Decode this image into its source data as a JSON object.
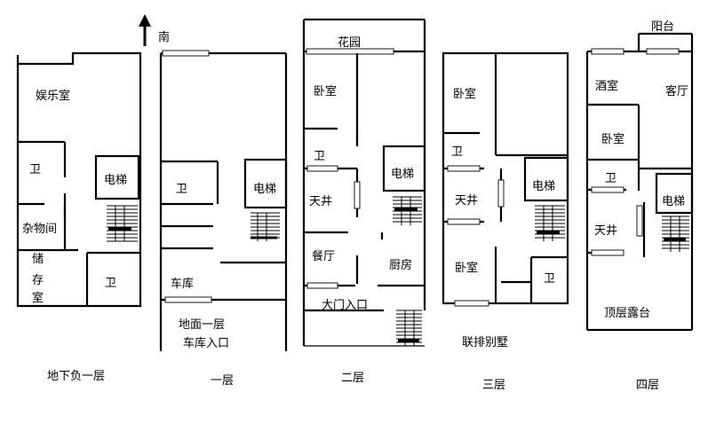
{
  "compass": {
    "label": "南"
  },
  "floors": {
    "basement": {
      "caption": "地下负一层",
      "rooms": {
        "entertainment": "娱乐室",
        "bath": "卫",
        "elevator": "电梯",
        "storage": "杂物间",
        "store_1": "储",
        "store_2": "存",
        "store_3": "室",
        "bath2": "卫"
      }
    },
    "first": {
      "caption": "一层",
      "rooms": {
        "bath": "卫",
        "elevator": "电梯",
        "garage": "车库"
      },
      "notes": {
        "ground_floor": "地面一层",
        "garage_entry": "车库入口"
      }
    },
    "second": {
      "caption": "二层",
      "rooms": {
        "garden": "花园",
        "bedroom": "卧室",
        "bath": "卫",
        "courtyard": "天井",
        "elevator": "电梯",
        "dining": "餐厅",
        "kitchen": "厨房"
      },
      "notes": {
        "main_entry": "大门入口"
      }
    },
    "third": {
      "caption": "三层",
      "rooms": {
        "bedroom": "卧室",
        "bath": "卫",
        "courtyard": "天井",
        "elevator": "电梯",
        "bedroom2": "卧室",
        "bath2": "卫"
      },
      "notes": {
        "type": "联排别墅"
      }
    },
    "fourth": {
      "caption": "四层",
      "rooms": {
        "balcony": "阳台",
        "bar": "酒室",
        "living": "客厅",
        "bedroom": "卧室",
        "bath": "卫",
        "courtyard": "天井",
        "elevator": "电梯",
        "terrace": "顶层露台"
      }
    }
  }
}
